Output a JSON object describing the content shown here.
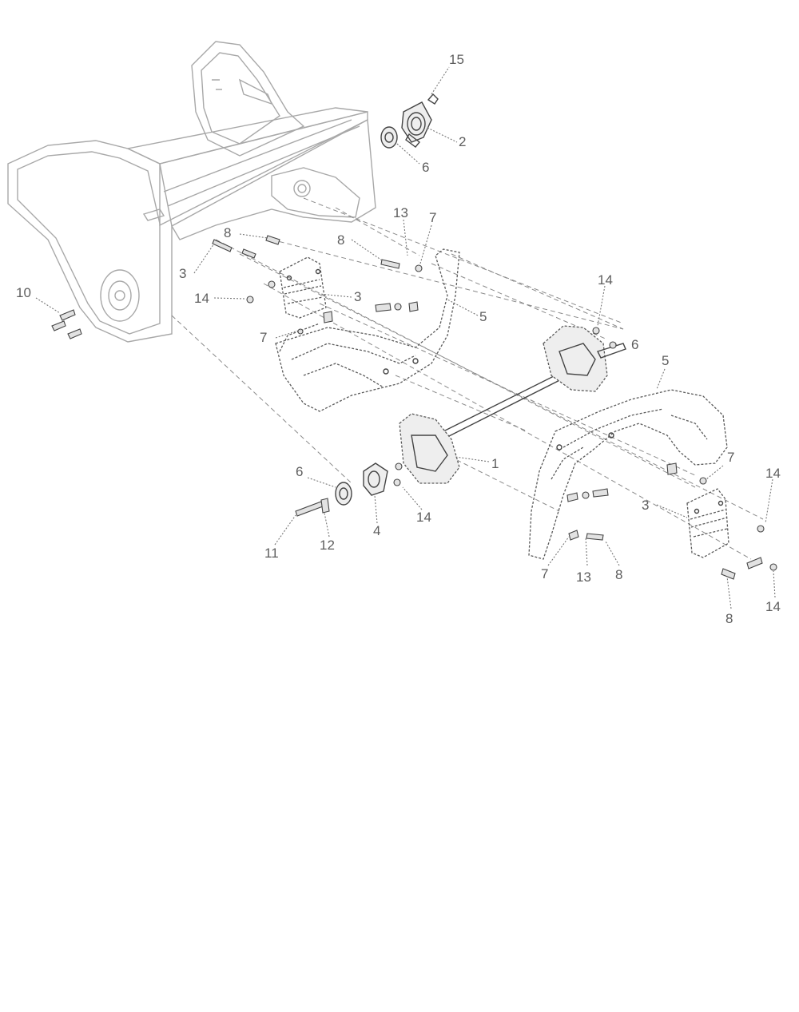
{
  "diagram": {
    "type": "exploded-parts-diagram",
    "callouts": [
      {
        "id": "c15",
        "label": "15"
      },
      {
        "id": "c2",
        "label": "2"
      },
      {
        "id": "c6a",
        "label": "6"
      },
      {
        "id": "c13a",
        "label": "13"
      },
      {
        "id": "c7a",
        "label": "7"
      },
      {
        "id": "c8a",
        "label": "8"
      },
      {
        "id": "c8b",
        "label": "8"
      },
      {
        "id": "c3a",
        "label": "3"
      },
      {
        "id": "c10",
        "label": "10"
      },
      {
        "id": "c14a",
        "label": "14"
      },
      {
        "id": "c3b",
        "label": "3"
      },
      {
        "id": "c5a",
        "label": "5"
      },
      {
        "id": "c14b",
        "label": "14"
      },
      {
        "id": "c6b",
        "label": "6"
      },
      {
        "id": "c7b",
        "label": "7"
      },
      {
        "id": "c5b",
        "label": "5"
      },
      {
        "id": "c1",
        "label": "1"
      },
      {
        "id": "c6c",
        "label": "6"
      },
      {
        "id": "c14c",
        "label": "14"
      },
      {
        "id": "c7c",
        "label": "7"
      },
      {
        "id": "c14d",
        "label": "14"
      },
      {
        "id": "c3c",
        "label": "3"
      },
      {
        "id": "c4",
        "label": "4"
      },
      {
        "id": "c11",
        "label": "11"
      },
      {
        "id": "c12",
        "label": "12"
      },
      {
        "id": "c7d",
        "label": "7"
      },
      {
        "id": "c13b",
        "label": "13"
      },
      {
        "id": "c8c",
        "label": "8"
      },
      {
        "id": "c8d",
        "label": "8"
      },
      {
        "id": "c14e",
        "label": "14"
      }
    ]
  }
}
